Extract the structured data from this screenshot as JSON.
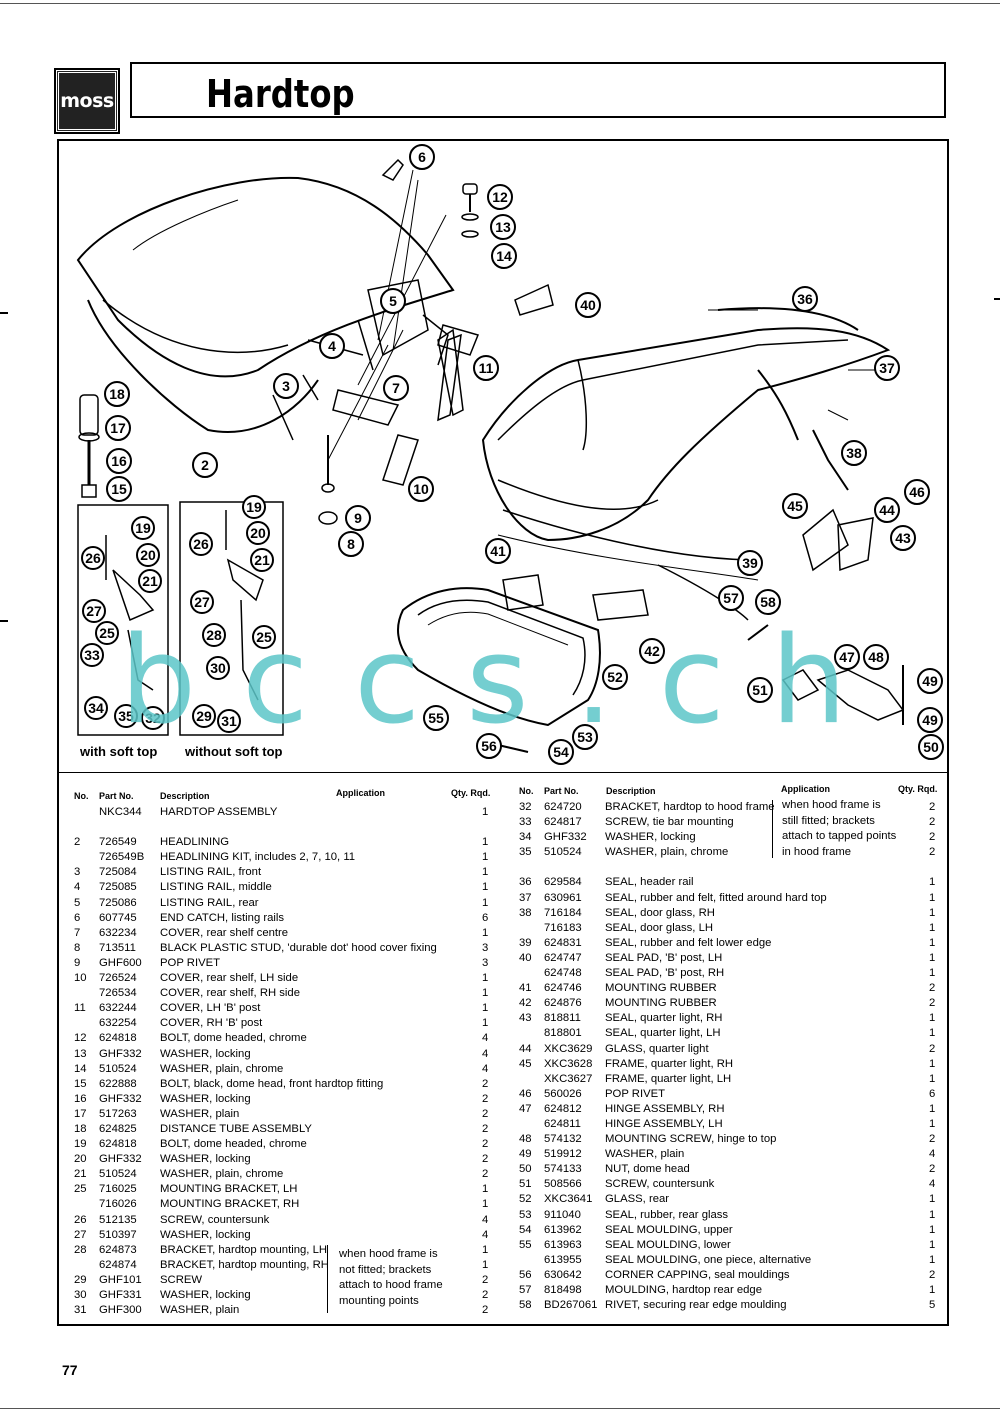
{
  "header": {
    "logo_text": "moss",
    "title": "Hardtop"
  },
  "diagram": {
    "callouts": [
      "6",
      "12",
      "13",
      "14",
      "5",
      "40",
      "36",
      "4",
      "11",
      "37",
      "18",
      "3",
      "7",
      "17",
      "38",
      "16",
      "2",
      "10",
      "46",
      "15",
      "45",
      "44",
      "9",
      "43",
      "8",
      "39",
      "41",
      "57",
      "58",
      "42",
      "47",
      "48",
      "49",
      "51",
      "52",
      "49",
      "55",
      "53",
      "56",
      "54",
      "50",
      "19",
      "20",
      "21",
      "26",
      "27",
      "25",
      "33",
      "34",
      "35",
      "32",
      "19",
      "20",
      "26",
      "21",
      "27",
      "28",
      "25",
      "30",
      "29",
      "31"
    ],
    "caption_with": "with soft top",
    "caption_without": "without soft top",
    "watermark": "bccs.ch"
  },
  "table": {
    "headers": {
      "no": "No.",
      "part": "Part No.",
      "desc": "Description",
      "app": "Application",
      "qty": "Qty. Rqd."
    },
    "left_rows": [
      {
        "no": "",
        "part": "NKC344",
        "desc": "HARDTOP ASSEMBLY",
        "qty": "1"
      },
      {
        "gap": true
      },
      {
        "no": "2",
        "part": "726549",
        "desc": "HEADLINING",
        "qty": "1"
      },
      {
        "no": "",
        "part": "726549B",
        "desc": "HEADLINING KIT, includes 2, 7, 10, 11",
        "qty": "1"
      },
      {
        "no": "3",
        "part": "725084",
        "desc": "LISTING RAIL, front",
        "qty": "1"
      },
      {
        "no": "4",
        "part": "725085",
        "desc": "LISTING RAIL, middle",
        "qty": "1"
      },
      {
        "no": "5",
        "part": "725086",
        "desc": "LISTING RAIL, rear",
        "qty": "1"
      },
      {
        "no": "6",
        "part": "607745",
        "desc": "END CATCH, listing rails",
        "qty": "6"
      },
      {
        "no": "7",
        "part": "632234",
        "desc": "COVER, rear shelf centre",
        "qty": "1"
      },
      {
        "no": "8",
        "part": "713511",
        "desc": "BLACK PLASTIC STUD, 'durable dot' hood cover fixing",
        "qty": "3"
      },
      {
        "no": "9",
        "part": "GHF600",
        "desc": "POP RIVET",
        "qty": "3"
      },
      {
        "no": "10",
        "part": "726524",
        "desc": "COVER, rear shelf, LH side",
        "qty": "1"
      },
      {
        "no": "",
        "part": "726534",
        "desc": "COVER, rear shelf, RH side",
        "qty": "1"
      },
      {
        "no": "11",
        "part": "632244",
        "desc": "COVER, LH 'B' post",
        "qty": "1"
      },
      {
        "no": "",
        "part": "632254",
        "desc": "COVER, RH 'B' post",
        "qty": "1"
      },
      {
        "no": "12",
        "part": "624818",
        "desc": "BOLT, dome headed, chrome",
        "qty": "4"
      },
      {
        "no": "13",
        "part": "GHF332",
        "desc": "WASHER, locking",
        "qty": "4"
      },
      {
        "no": "14",
        "part": "510524",
        "desc": "WASHER, plain, chrome",
        "qty": "4"
      },
      {
        "no": "15",
        "part": "622888",
        "desc": "BOLT, black, dome head, front hardtop fitting",
        "qty": "2"
      },
      {
        "no": "16",
        "part": "GHF332",
        "desc": "WASHER, locking",
        "qty": "2"
      },
      {
        "no": "17",
        "part": "517263",
        "desc": "WASHER, plain",
        "qty": "2"
      },
      {
        "no": "18",
        "part": "624825",
        "desc": "DISTANCE TUBE ASSEMBLY",
        "qty": "2"
      },
      {
        "no": "19",
        "part": "624818",
        "desc": "BOLT, dome headed, chrome",
        "qty": "2"
      },
      {
        "no": "20",
        "part": "GHF332",
        "desc": "WASHER, locking",
        "qty": "2"
      },
      {
        "no": "21",
        "part": "510524",
        "desc": "WASHER, plain, chrome",
        "qty": "2"
      },
      {
        "no": "25",
        "part": "716025",
        "desc": "MOUNTING BRACKET, LH",
        "qty": "1"
      },
      {
        "no": "",
        "part": "716026",
        "desc": "MOUNTING BRACKET, RH",
        "qty": "1"
      },
      {
        "no": "26",
        "part": "512135",
        "desc": "SCREW, countersunk",
        "qty": "4"
      },
      {
        "no": "27",
        "part": "510397",
        "desc": "WASHER, locking",
        "qty": "4"
      },
      {
        "no": "28",
        "part": "624873",
        "desc": "BRACKET, hardtop mounting, LH",
        "qty": "1"
      },
      {
        "no": "",
        "part": "624874",
        "desc": "BRACKET, hardtop mounting, RH",
        "qty": "1"
      },
      {
        "no": "29",
        "part": "GHF101",
        "desc": "SCREW",
        "qty": "2"
      },
      {
        "no": "30",
        "part": "GHF331",
        "desc": "WASHER, locking",
        "qty": "2"
      },
      {
        "no": "31",
        "part": "GHF300",
        "desc": "WASHER, plain",
        "qty": "2"
      }
    ],
    "left_note": [
      "when hood frame is",
      "not fitted; brackets",
      "attach to hood frame",
      "mounting points"
    ],
    "right_rows": [
      {
        "no": "32",
        "part": "624720",
        "desc": "BRACKET, hardtop to hood frame",
        "qty": "2"
      },
      {
        "no": "33",
        "part": "624817",
        "desc": "SCREW, tie bar mounting",
        "qty": "2"
      },
      {
        "no": "34",
        "part": "GHF332",
        "desc": "WASHER, locking",
        "qty": "2"
      },
      {
        "no": "35",
        "part": "510524",
        "desc": "WASHER, plain, chrome",
        "qty": "2"
      },
      {
        "gap": true
      },
      {
        "no": "36",
        "part": "629584",
        "desc": "SEAL, header rail",
        "qty": "1"
      },
      {
        "no": "37",
        "part": "630961",
        "desc": "SEAL, rubber and felt, fitted around hard top",
        "qty": "1"
      },
      {
        "no": "38",
        "part": "716184",
        "desc": "SEAL, door glass, RH",
        "qty": "1"
      },
      {
        "no": "",
        "part": "716183",
        "desc": "SEAL, door glass, LH",
        "qty": "1"
      },
      {
        "no": "39",
        "part": "624831",
        "desc": "SEAL, rubber and felt lower edge",
        "qty": "1"
      },
      {
        "no": "40",
        "part": "624747",
        "desc": "SEAL PAD, 'B' post, LH",
        "qty": "1"
      },
      {
        "no": "",
        "part": "624748",
        "desc": "SEAL PAD, 'B' post, RH",
        "qty": "1"
      },
      {
        "no": "41",
        "part": "624746",
        "desc": "MOUNTING RUBBER",
        "qty": "2"
      },
      {
        "no": "42",
        "part": "624876",
        "desc": "MOUNTING RUBBER",
        "qty": "2"
      },
      {
        "no": "43",
        "part": "818811",
        "desc": "SEAL, quarter light, RH",
        "qty": "1"
      },
      {
        "no": "",
        "part": "818801",
        "desc": "SEAL, quarter light, LH",
        "qty": "1"
      },
      {
        "no": "44",
        "part": "XKC3629",
        "desc": "GLASS, quarter light",
        "qty": "2"
      },
      {
        "no": "45",
        "part": "XKC3628",
        "desc": "FRAME, quarter light, RH",
        "qty": "1"
      },
      {
        "no": "",
        "part": "XKC3627",
        "desc": "FRAME, quarter light, LH",
        "qty": "1"
      },
      {
        "no": "46",
        "part": "560026",
        "desc": "POP RIVET",
        "qty": "6"
      },
      {
        "no": "47",
        "part": "624812",
        "desc": "HINGE ASSEMBLY, RH",
        "qty": "1"
      },
      {
        "no": "",
        "part": "624811",
        "desc": "HINGE ASSEMBLY, LH",
        "qty": "1"
      },
      {
        "no": "48",
        "part": "574132",
        "desc": "MOUNTING SCREW, hinge to top",
        "qty": "2"
      },
      {
        "no": "49",
        "part": "519912",
        "desc": "WASHER, plain",
        "qty": "4"
      },
      {
        "no": "50",
        "part": "574133",
        "desc": "NUT, dome head",
        "qty": "2"
      },
      {
        "no": "51",
        "part": "508566",
        "desc": "SCREW, countersunk",
        "qty": "4"
      },
      {
        "no": "52",
        "part": "XKC3641",
        "desc": "GLASS, rear",
        "qty": "1"
      },
      {
        "no": "53",
        "part": "911040",
        "desc": "SEAL, rubber, rear glass",
        "qty": "1"
      },
      {
        "no": "54",
        "part": "613962",
        "desc": "SEAL MOULDING, upper",
        "qty": "1"
      },
      {
        "no": "55",
        "part": "613963",
        "desc": "SEAL MOULDING, lower",
        "qty": "1"
      },
      {
        "no": "",
        "part": "613955",
        "desc": "SEAL MOULDING, one piece, alternative",
        "qty": "1"
      },
      {
        "no": "56",
        "part": "630642",
        "desc": "CORNER CAPPING, seal mouldings",
        "qty": "2"
      },
      {
        "no": "57",
        "part": "818498",
        "desc": "MOULDING, hardtop rear edge",
        "qty": "1"
      },
      {
        "no": "58",
        "part": "BD267061",
        "desc": "RIVET, securing rear edge moulding",
        "qty": "5"
      }
    ],
    "right_note": [
      "when hood frame is",
      "still fitted; brackets",
      "attach to tapped points",
      "in hood frame"
    ]
  },
  "footer": {
    "page_number": "77"
  }
}
